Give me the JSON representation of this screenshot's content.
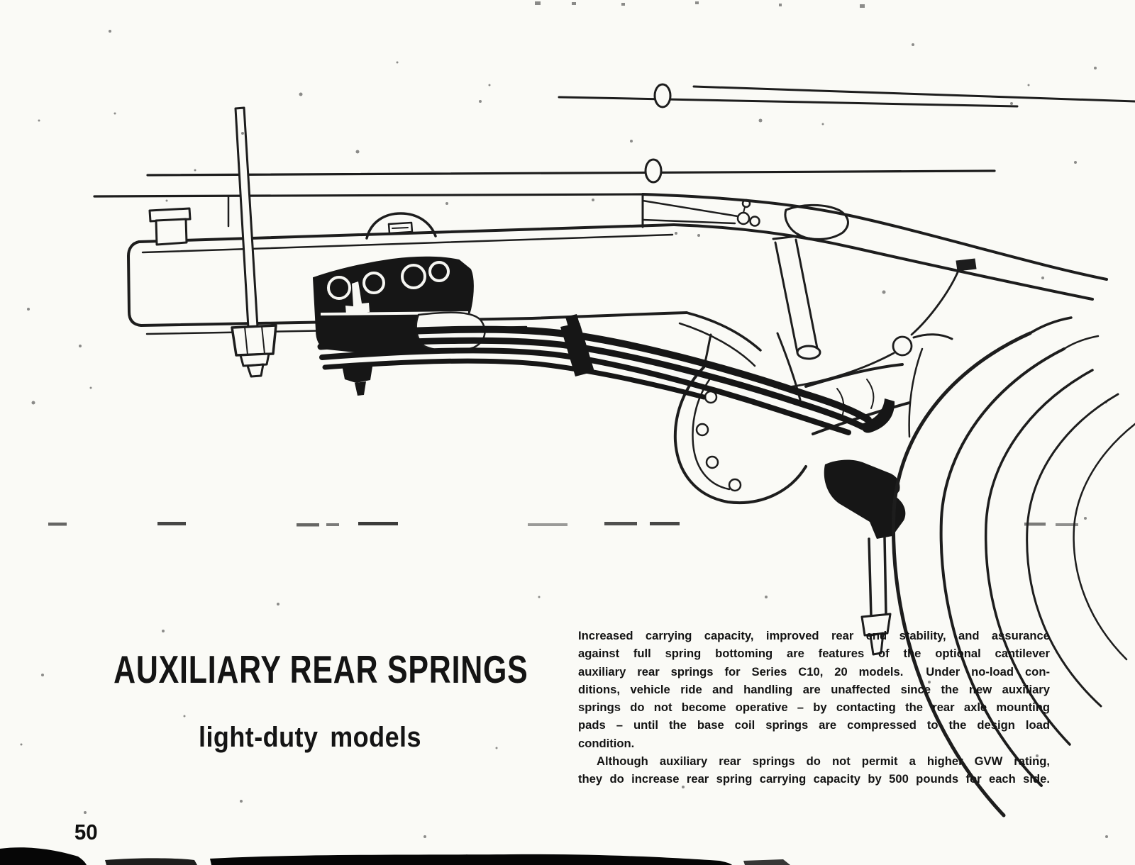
{
  "page": {
    "number": "50"
  },
  "titles": {
    "main": "AUXILIARY REAR SPRINGS",
    "subtitle": "light-duty models"
  },
  "body": {
    "p1": [
      "Increased carrying capacity, improved rear end stability, and assurance",
      "against full spring bottoming are features of the optional cantilever",
      "auxiliary rear springs for Series C10, 20 models.  Under no-load con-",
      "ditions, vehicle ride and handling are unaffected since the new auxiliary",
      "springs do not become operative – by contacting the rear axle mounting",
      "pads – until the base coil springs are compressed to the design load",
      "condition."
    ],
    "p2": [
      "Although auxiliary rear springs do not permit a higher GVW rating,",
      "they do increase rear spring carrying capacity by 500 pounds for each side."
    ]
  },
  "illustration": {
    "alt": "Line drawing of truck rear frame rail with optional cantilever auxiliary rear spring, rear axle and brake drum"
  },
  "colors": {
    "paper": "#fafaf6",
    "ink": "#1d1d1d"
  }
}
